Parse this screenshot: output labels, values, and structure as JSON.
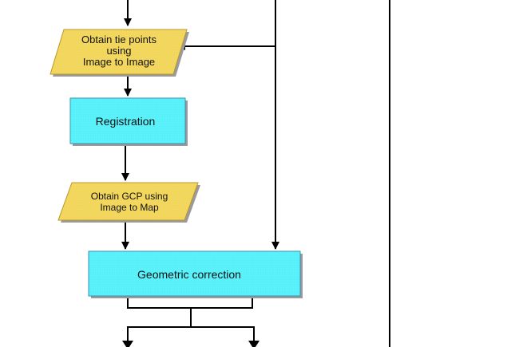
{
  "nodes": {
    "tie_points": {
      "lines": [
        "Obtain tie points",
        "using",
        "Image to Image"
      ]
    },
    "registration": {
      "label": "Registration"
    },
    "gcp": {
      "lines": [
        "Obtain GCP using",
        "Image to Map"
      ]
    },
    "geometric_correction": {
      "label": "Geometric correction"
    }
  },
  "colors": {
    "process_fill": "#55f0fa",
    "process_stroke": "#3a8fb0",
    "data_fill": "#f2d65a",
    "data_stroke": "#b8962a",
    "shadow": "#9a9a9a",
    "line": "#000000"
  }
}
